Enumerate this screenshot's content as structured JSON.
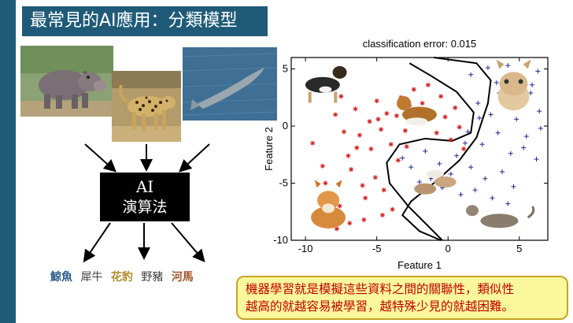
{
  "slide": {
    "title": "最常見的AI應用：分類模型",
    "accent": "#1f5b78"
  },
  "diagram": {
    "box_line1": "AI",
    "box_line2": "演算法",
    "images": [
      "hippo",
      "leopard",
      "whale"
    ],
    "outputs": [
      {
        "text": "鯨魚",
        "style": "blue"
      },
      {
        "text": "犀牛",
        "style": "plain"
      },
      {
        "text": "花豹",
        "style": "tan"
      },
      {
        "text": "野豬",
        "style": "plain"
      },
      {
        "text": "河馬",
        "style": "brown"
      }
    ]
  },
  "chart_data": {
    "type": "scatter",
    "title": "classification error: 0.015",
    "xlabel": "Feature 1",
    "ylabel": "Feature 2",
    "xlim": [
      -11,
      7
    ],
    "ylim": [
      -10,
      6
    ],
    "xticks": [
      -10,
      -5,
      0,
      5
    ],
    "yticks": [
      5,
      0,
      -5,
      -10
    ],
    "grid": false,
    "series": [
      {
        "name": "",
        "marker": "star",
        "color": "#d11f1f",
        "points": [
          [
            -9.5,
            -1.5
          ],
          [
            -8.8,
            -3.5
          ],
          [
            -8.2,
            -6.5
          ],
          [
            -7.6,
            -7.0
          ],
          [
            -7.9,
            1.0
          ],
          [
            -7.3,
            -0.5
          ],
          [
            -7.0,
            -2.6
          ],
          [
            -6.8,
            -3.8
          ],
          [
            -6.5,
            1.5
          ],
          [
            -6.2,
            -0.8
          ],
          [
            -6.0,
            -5.2
          ],
          [
            -5.8,
            -6.3
          ],
          [
            -5.5,
            0.4
          ],
          [
            -5.4,
            -2.0
          ],
          [
            -5.1,
            -4.5
          ],
          [
            -5.0,
            2.2
          ],
          [
            -4.7,
            -0.3
          ],
          [
            -4.5,
            -5.6
          ],
          [
            -4.3,
            1.1
          ],
          [
            -4.0,
            -1.6
          ],
          [
            -3.9,
            -7.3
          ],
          [
            -3.6,
            0.9
          ],
          [
            -3.3,
            2.5
          ],
          [
            -3.0,
            -0.4
          ],
          [
            -2.7,
            1.8
          ],
          [
            -2.4,
            3.2
          ],
          [
            -2.1,
            0.3
          ],
          [
            -1.8,
            2.0
          ],
          [
            -1.4,
            3.6
          ],
          [
            -1.1,
            1.2
          ],
          [
            -0.8,
            -0.6
          ],
          [
            -0.5,
            2.6
          ],
          [
            -0.2,
            0.8
          ],
          [
            0.2,
            -1.2
          ],
          [
            0.5,
            1.6
          ],
          [
            0.8,
            -0.1
          ],
          [
            1.1,
            -2.0
          ],
          [
            -6.9,
            -8.5
          ],
          [
            -7.8,
            -9.0
          ],
          [
            -5.9,
            -8.2
          ],
          [
            -4.6,
            -7.8
          ],
          [
            -8.6,
            -5.0
          ],
          [
            -9.0,
            -7.8
          ],
          [
            -3.5,
            -3.0
          ],
          [
            -2.9,
            -1.8
          ],
          [
            -6.4,
            -1.9
          ],
          [
            -7.5,
            2.6
          ],
          [
            -4.9,
            0.6
          ]
        ]
      },
      {
        "name": "",
        "marker": "plus",
        "color": "#1f2a8a",
        "points": [
          [
            1.6,
            4.5
          ],
          [
            2.8,
            5.1
          ],
          [
            3.4,
            3.8
          ],
          [
            4.2,
            5.3
          ],
          [
            5.1,
            4.2
          ],
          [
            5.8,
            2.9
          ],
          [
            6.3,
            4.8
          ],
          [
            2.1,
            2.0
          ],
          [
            3.0,
            1.0
          ],
          [
            4.0,
            2.5
          ],
          [
            4.8,
            0.6
          ],
          [
            5.5,
            -0.9
          ],
          [
            6.4,
            1.3
          ],
          [
            1.4,
            -0.5
          ],
          [
            2.4,
            -1.6
          ],
          [
            3.5,
            -0.6
          ],
          [
            4.4,
            -2.4
          ],
          [
            5.3,
            -1.9
          ],
          [
            6.2,
            -2.9
          ],
          [
            0.6,
            -2.6
          ],
          [
            1.6,
            -3.6
          ],
          [
            2.6,
            -4.6
          ],
          [
            3.8,
            -4.0
          ],
          [
            4.6,
            -5.3
          ],
          [
            -1.6,
            -2.2
          ],
          [
            -0.6,
            -3.3
          ],
          [
            -2.6,
            -3.6
          ],
          [
            -1.2,
            -4.6
          ],
          [
            0.2,
            -4.2
          ],
          [
            -3.2,
            -2.8
          ],
          [
            1.9,
            -5.6
          ],
          [
            3.1,
            -6.3
          ],
          [
            4.2,
            -6.8
          ],
          [
            0.9,
            -6.0
          ],
          [
            -0.4,
            -5.4
          ],
          [
            2.2,
            0.7
          ],
          [
            5.9,
            3.6
          ],
          [
            6.5,
            -0.2
          ],
          [
            3.6,
            2.9
          ],
          [
            -2.0,
            -4.9
          ],
          [
            1.2,
            -1.5
          ],
          [
            4.9,
            1.8
          ]
        ]
      }
    ],
    "boundaries": [
      {
        "name": "",
        "points": [
          [
            -2.7,
            5.5
          ],
          [
            -1.2,
            4.4
          ],
          [
            0.6,
            3.0
          ],
          [
            1.8,
            1.2
          ],
          [
            1.6,
            -0.6
          ],
          [
            0.3,
            -1.3
          ],
          [
            -1.6,
            -1.1
          ],
          [
            -3.4,
            -1.6
          ],
          [
            -4.3,
            -3.2
          ],
          [
            -4.1,
            -5.0
          ],
          [
            -2.8,
            -7.0
          ],
          [
            -1.2,
            -9.0
          ],
          [
            -0.4,
            -10.0
          ]
        ]
      },
      {
        "name": "",
        "points": [
          [
            -1.0,
            6.0
          ],
          [
            2.0,
            5.5
          ],
          [
            3.0,
            4.0
          ],
          [
            2.8,
            2.0
          ],
          [
            2.0,
            -1.0
          ],
          [
            0.8,
            -3.0
          ],
          [
            -1.0,
            -5.0
          ],
          [
            -2.6,
            -6.6
          ],
          [
            -3.2,
            -7.8
          ],
          [
            -2.0,
            -9.2
          ],
          [
            -0.5,
            -10.0
          ]
        ]
      }
    ],
    "overlays": [
      "dog",
      "collie",
      "cat",
      "shiba",
      "kittens",
      "tabby-cat"
    ]
  },
  "note": {
    "line1": "機器學習就是模擬這些資料之間的關聯性，類似性",
    "line2": "越高的就越容易被學習，越特殊少見的就越困難。"
  }
}
